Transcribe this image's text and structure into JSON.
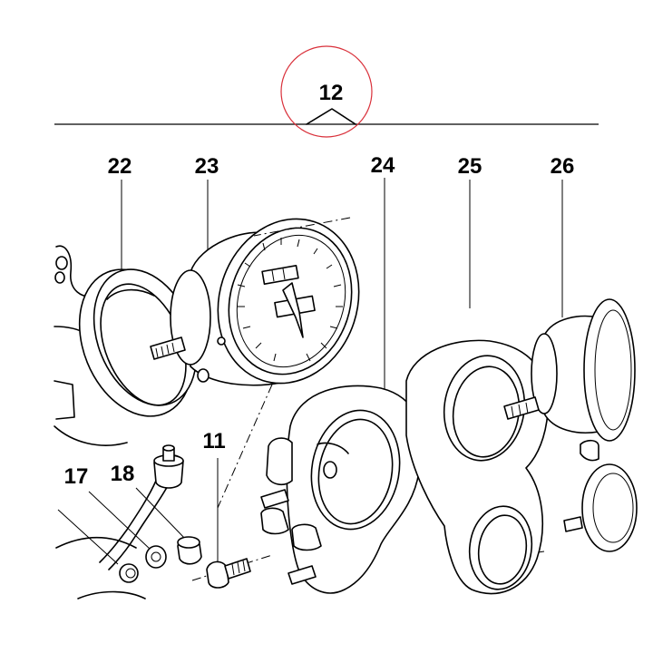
{
  "diagram": {
    "top_callout": "12",
    "callout_circle_color": "#d9303a",
    "parts": [
      {
        "id": "p22",
        "label": "22"
      },
      {
        "id": "p23",
        "label": "23"
      },
      {
        "id": "p24",
        "label": "24"
      },
      {
        "id": "p25",
        "label": "25"
      },
      {
        "id": "p26",
        "label": "26"
      },
      {
        "id": "p11",
        "label": "11"
      },
      {
        "id": "p17",
        "label": "17"
      },
      {
        "id": "p18",
        "label": "18"
      }
    ]
  }
}
